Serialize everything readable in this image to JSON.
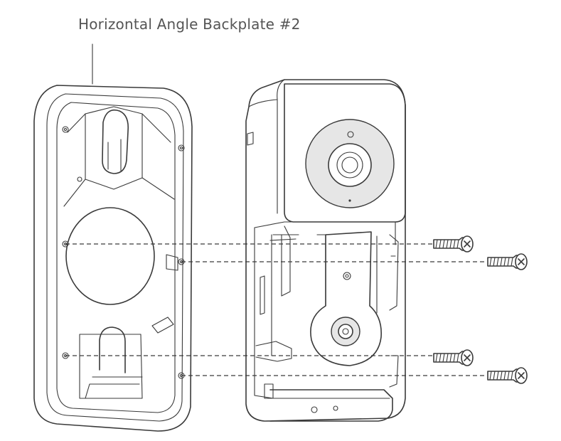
{
  "caption": "Horizontal Angle Backplate #2",
  "icons": [
    "backplate",
    "camera-device",
    "screw",
    "screw",
    "screw",
    "screw"
  ],
  "colors": {
    "line": "#3a3a3a",
    "caption": "#555555",
    "lens_ring": "#e6e6e6"
  }
}
